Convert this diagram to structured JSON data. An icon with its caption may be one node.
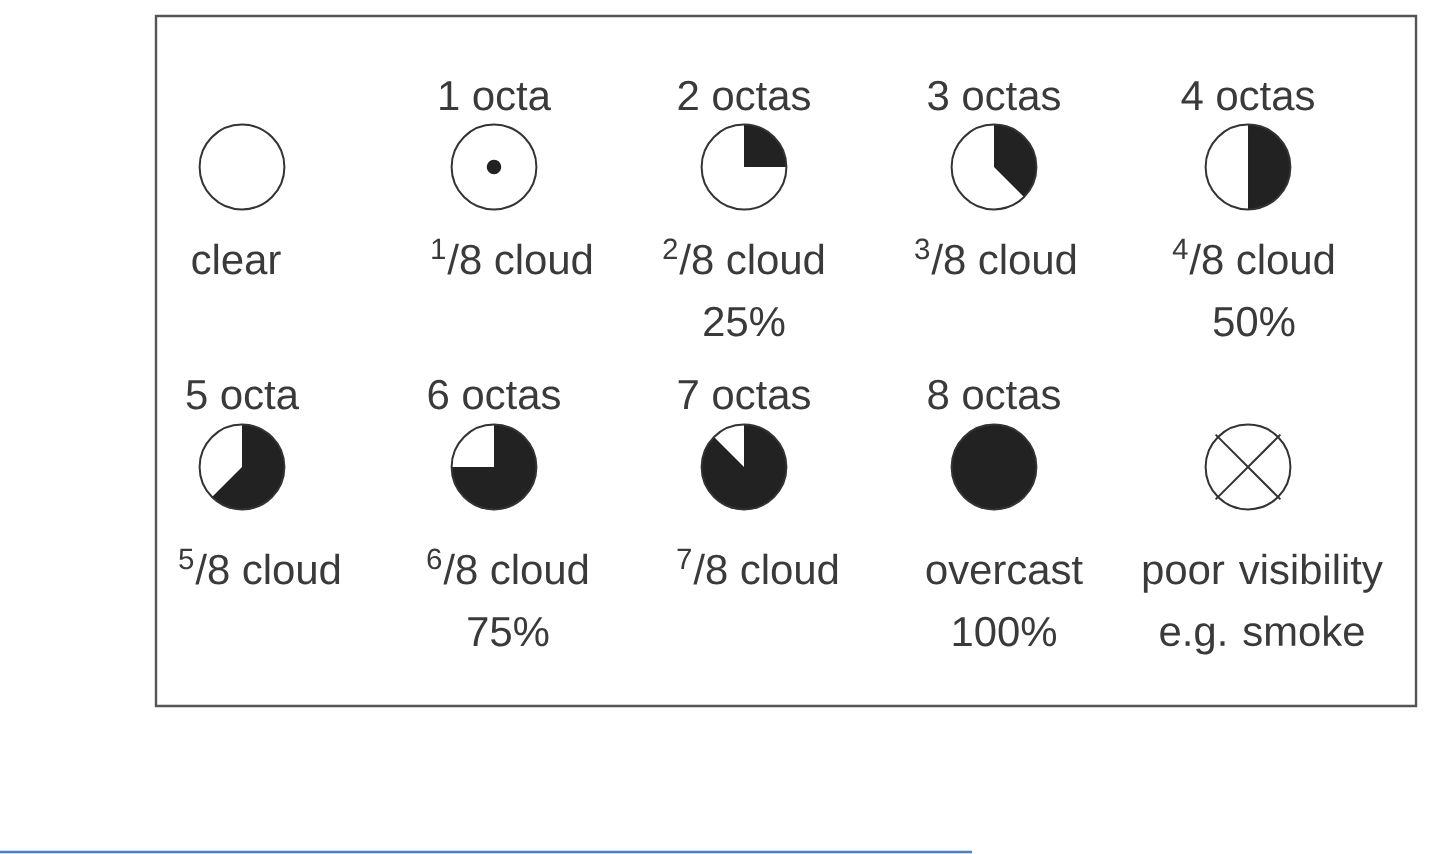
{
  "diagram": {
    "nodes": [
      {
        "text": [],
        "shape": "circle",
        "beside": [
          "clear"
        ]
      },
      {
        "text": [
          "1 octa"
        ],
        "beside": [
          "$^{1}$/8 cloud"
        ]
      },
      {
        "text": [
          "2 octas"
        ],
        "beside": [
          "$^{2}$/8 cloud",
          "25%"
        ]
      },
      {
        "text": [
          "3 octas"
        ],
        "beside": [
          "$^{3}$/8 cloud"
        ]
      },
      {
        "text": [
          "4 octas"
        ],
        "beside": [
          "$^{4}$/8 cloud",
          "50%"
        ]
      },
      {
        "text": [
          "5 octa"
        ],
        "beside": [
          "$^{5}$/8 cloud"
        ]
      },
      {
        "text": [
          "6 octas"
        ],
        "beside": [
          "$^{6}$/8 cloud",
          "75%"
        ]
      },
      {
        "text": [
          "7 octas"
        ],
        "beside": [
          "$^{7}$/8 cloud"
        ]
      },
      {
        "text": [
          "8 octas"
        ],
        "beside": [
          "overcast",
          "100%"
        ]
      },
      {
        "text": [],
        "shape": "circle",
        "beside": [
          "poor visibility e.g. smoke"
        ]
      }
    ]
  }
}
